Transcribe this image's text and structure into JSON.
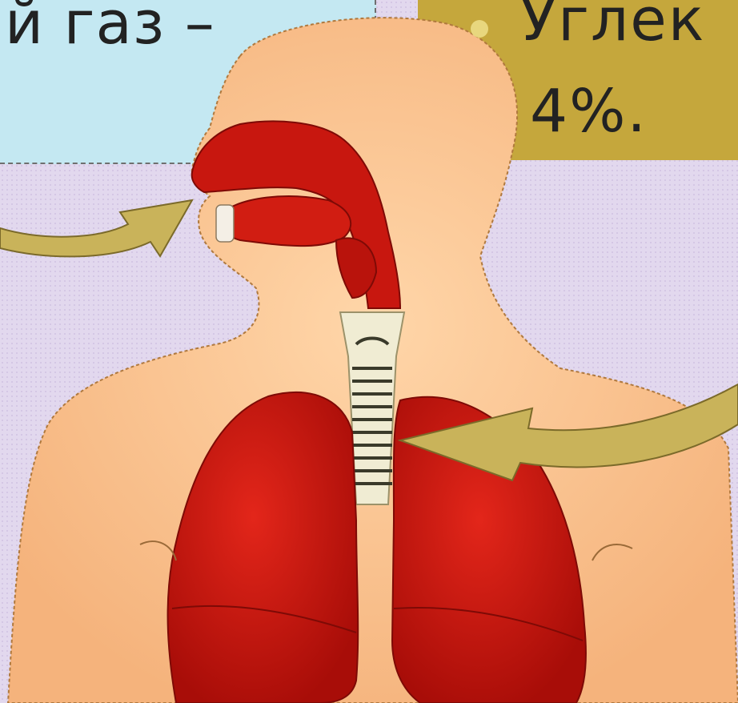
{
  "slide": {
    "left_text": "й газ –",
    "right_text_line1": "Углек",
    "right_text_line2": "4%."
  },
  "colors": {
    "left_panel": "#c4e8f2",
    "right_panel": "#c5a73c",
    "background": "#e2d8ee",
    "skin": "#fbc997",
    "organ_red": "#c8170f",
    "arrow": "#c9b35a"
  },
  "icons": [
    "arrow-into-nose",
    "arrow-to-lungs"
  ]
}
